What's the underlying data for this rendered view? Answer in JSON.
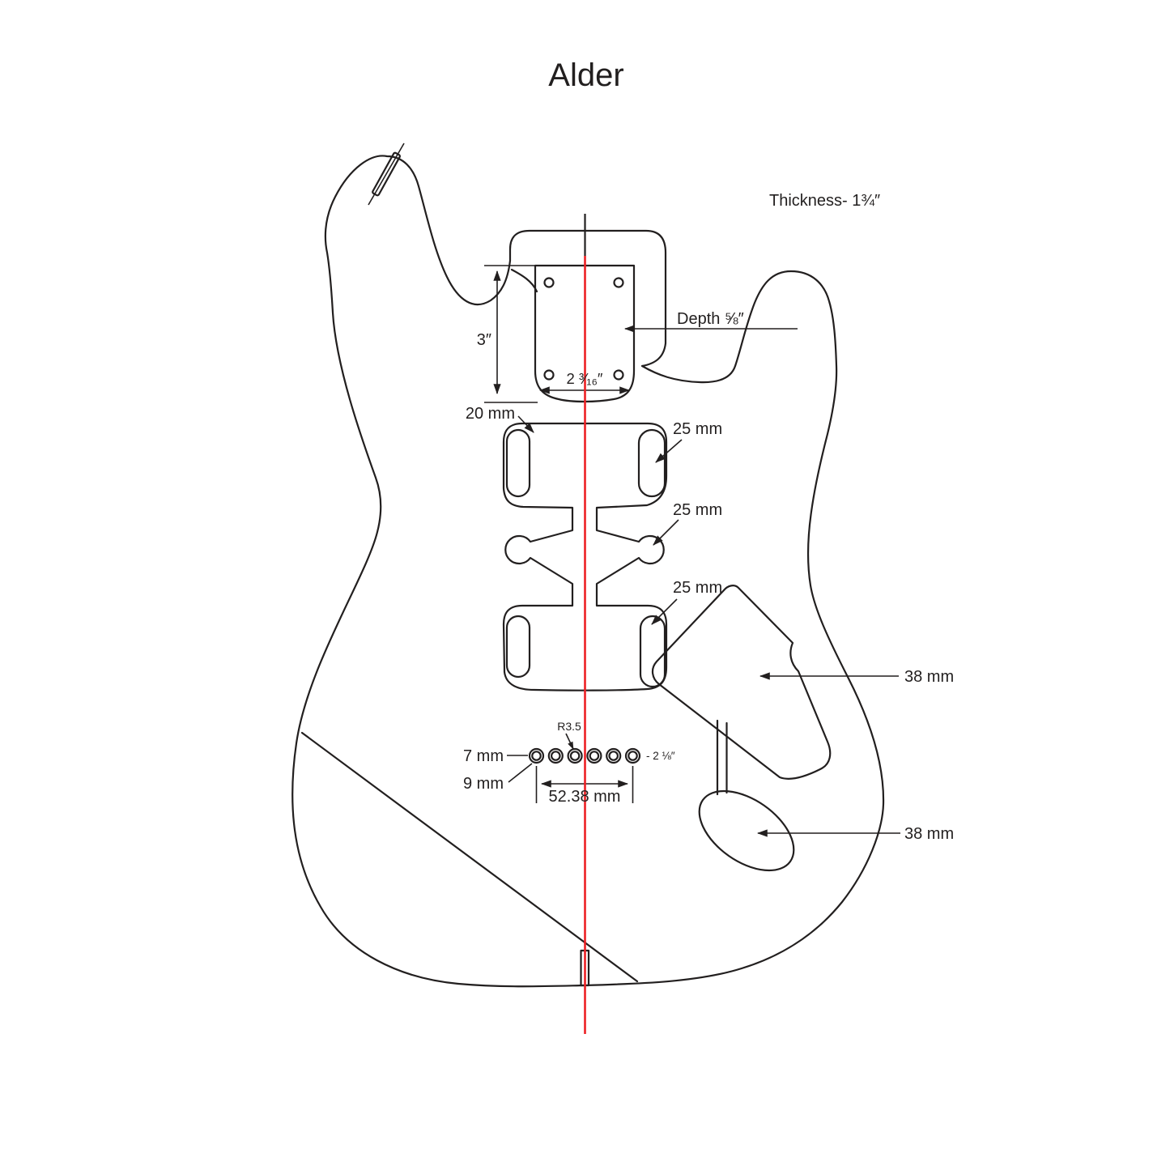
{
  "title": "Alder",
  "labels": {
    "thickness": "Thickness- 1¾″",
    "depth": "Depth ⅝″",
    "neck_pocket_length": "3″",
    "neck_pocket_width": "2 ³⁄₁₆″",
    "neck_rout_offset": "20 mm",
    "neck_pickup_width": "25 mm",
    "middle_pickup_width": "25 mm",
    "bridge_pickup_width": "25 mm",
    "trem_cavity_width": "38 mm",
    "jack_rout_width": "38 mm",
    "bridge_hole_diameter": "7 mm",
    "bridge_hole_counterbore": "9 mm",
    "bridge_hole_radius": "R3.5",
    "bridge_edge_distance": "- 2 ⅛″",
    "bridge_hole_spacing": "52.38 mm"
  },
  "colors": {
    "line": "#221f1f",
    "centerline": "#ed2024",
    "background": "#ffffff"
  }
}
